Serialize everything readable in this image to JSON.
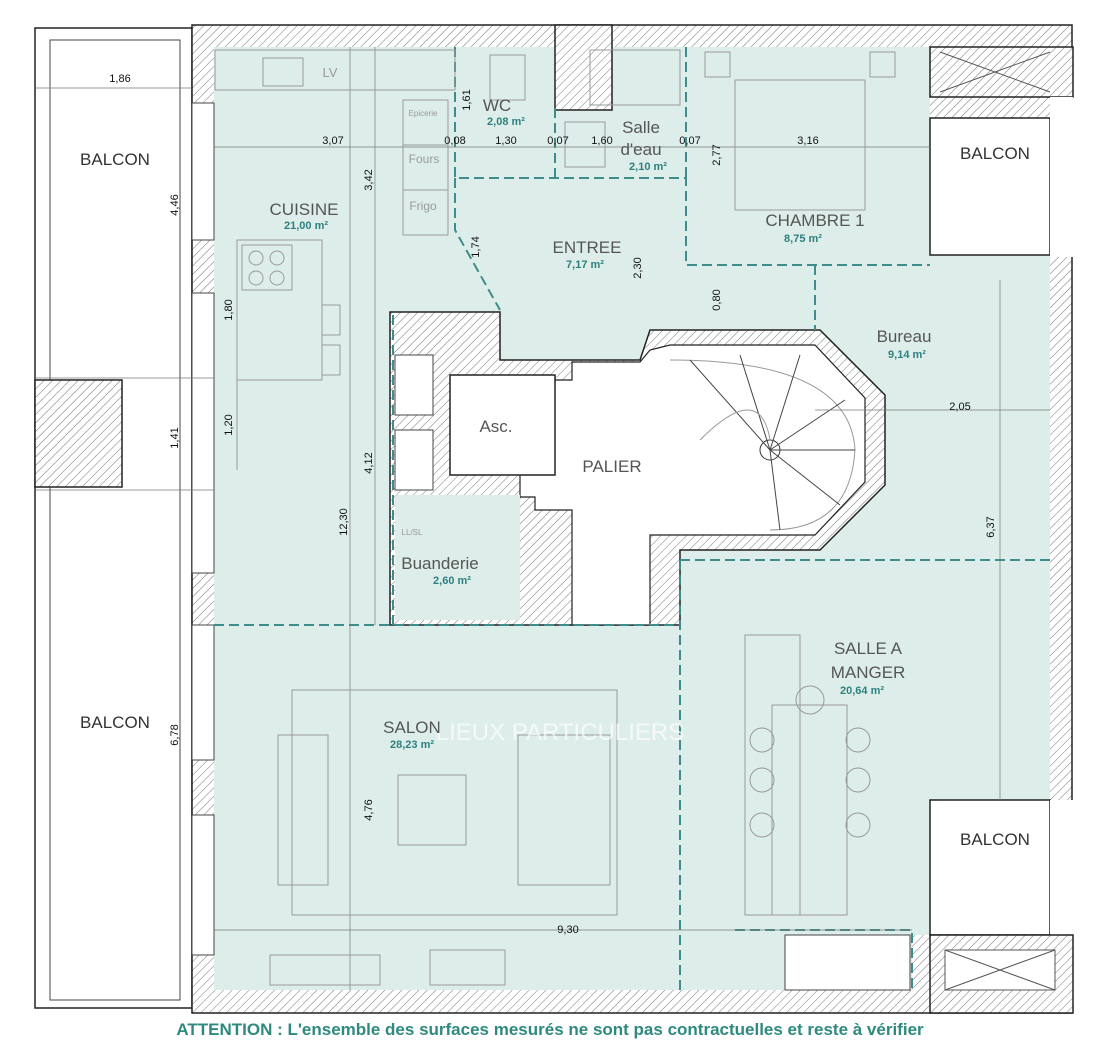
{
  "rooms": {
    "cuisine": {
      "name": "CUISINE",
      "area": "21,00 m²"
    },
    "wc": {
      "name": "WC",
      "area": "2,08 m²"
    },
    "salle_eau": {
      "name1": "Salle",
      "name2": "d'eau",
      "area": "2,10 m²"
    },
    "chambre1": {
      "name": "CHAMBRE 1",
      "area": "8,75 m²"
    },
    "entree": {
      "name": "ENTREE",
      "area": "7,17 m²"
    },
    "bureau": {
      "name": "Bureau",
      "area": "9,14 m²"
    },
    "buanderie": {
      "name": "Buanderie",
      "area": "2,60 m²"
    },
    "salon": {
      "name": "SALON",
      "area": "28,23 m²"
    },
    "salle_a_manger": {
      "name1": "SALLE A",
      "name2": "MANGER",
      "area": "20,64 m²"
    },
    "palier": {
      "name": "PALIER"
    },
    "ascenseur": {
      "name": "Asc."
    }
  },
  "balconies": [
    "BALCON",
    "BALCON",
    "BALCON",
    "BALCON"
  ],
  "fixtures": {
    "lv": "LV",
    "epicerie": "Epicerie",
    "fours": "Fours",
    "frigo": "Frigo",
    "llsl": "LL/SL"
  },
  "dimensions": {
    "d186": "1,86",
    "d446": "4,46",
    "d141": "1,41",
    "d678": "6,78",
    "d307": "3,07",
    "d008": "0,08",
    "d130": "1,30",
    "d007a": "0,07",
    "d160": "1,60",
    "d007b": "0,07",
    "d316": "3,16",
    "d161": "1,61",
    "d277": "2,77",
    "d342": "3,42",
    "d174": "1,74",
    "d230": "2,30",
    "d080": "0,80",
    "d180": "1,80",
    "d120": "1,20",
    "d1230": "12,30",
    "d412": "4,12",
    "d476": "4,76",
    "d930": "9,30",
    "d205": "2,05",
    "d637": "6,37"
  },
  "watermark": "LIEUX PARTICULIERS",
  "warning": "ATTENTION : L'ensemble des surfaces mesurés ne sont pas contractuelles et reste à vérifier"
}
